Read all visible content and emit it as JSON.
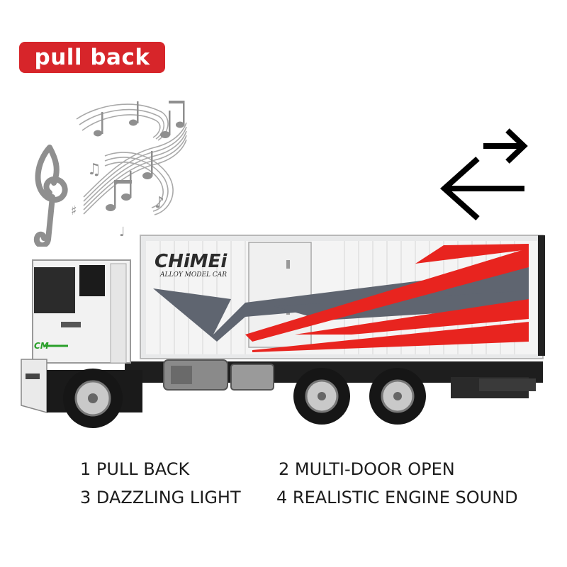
{
  "badge": {
    "label": "pull back",
    "color": "#d7252a"
  },
  "icons": {
    "music": "music-notes-icon",
    "direction": "pull-back-arrows-icon"
  },
  "truck": {
    "brand": "CHiMEi",
    "subtitle": "ALLOY MODEL CAR",
    "cab_logo": "CM",
    "accent_colors": [
      "#e8241f",
      "#5f6570"
    ]
  },
  "features": [
    "1 PULL BACK",
    "2  MULTI-DOOR OPEN",
    "3 DAZZLING LIGHT",
    "4 REALISTIC ENGINE SOUND"
  ]
}
